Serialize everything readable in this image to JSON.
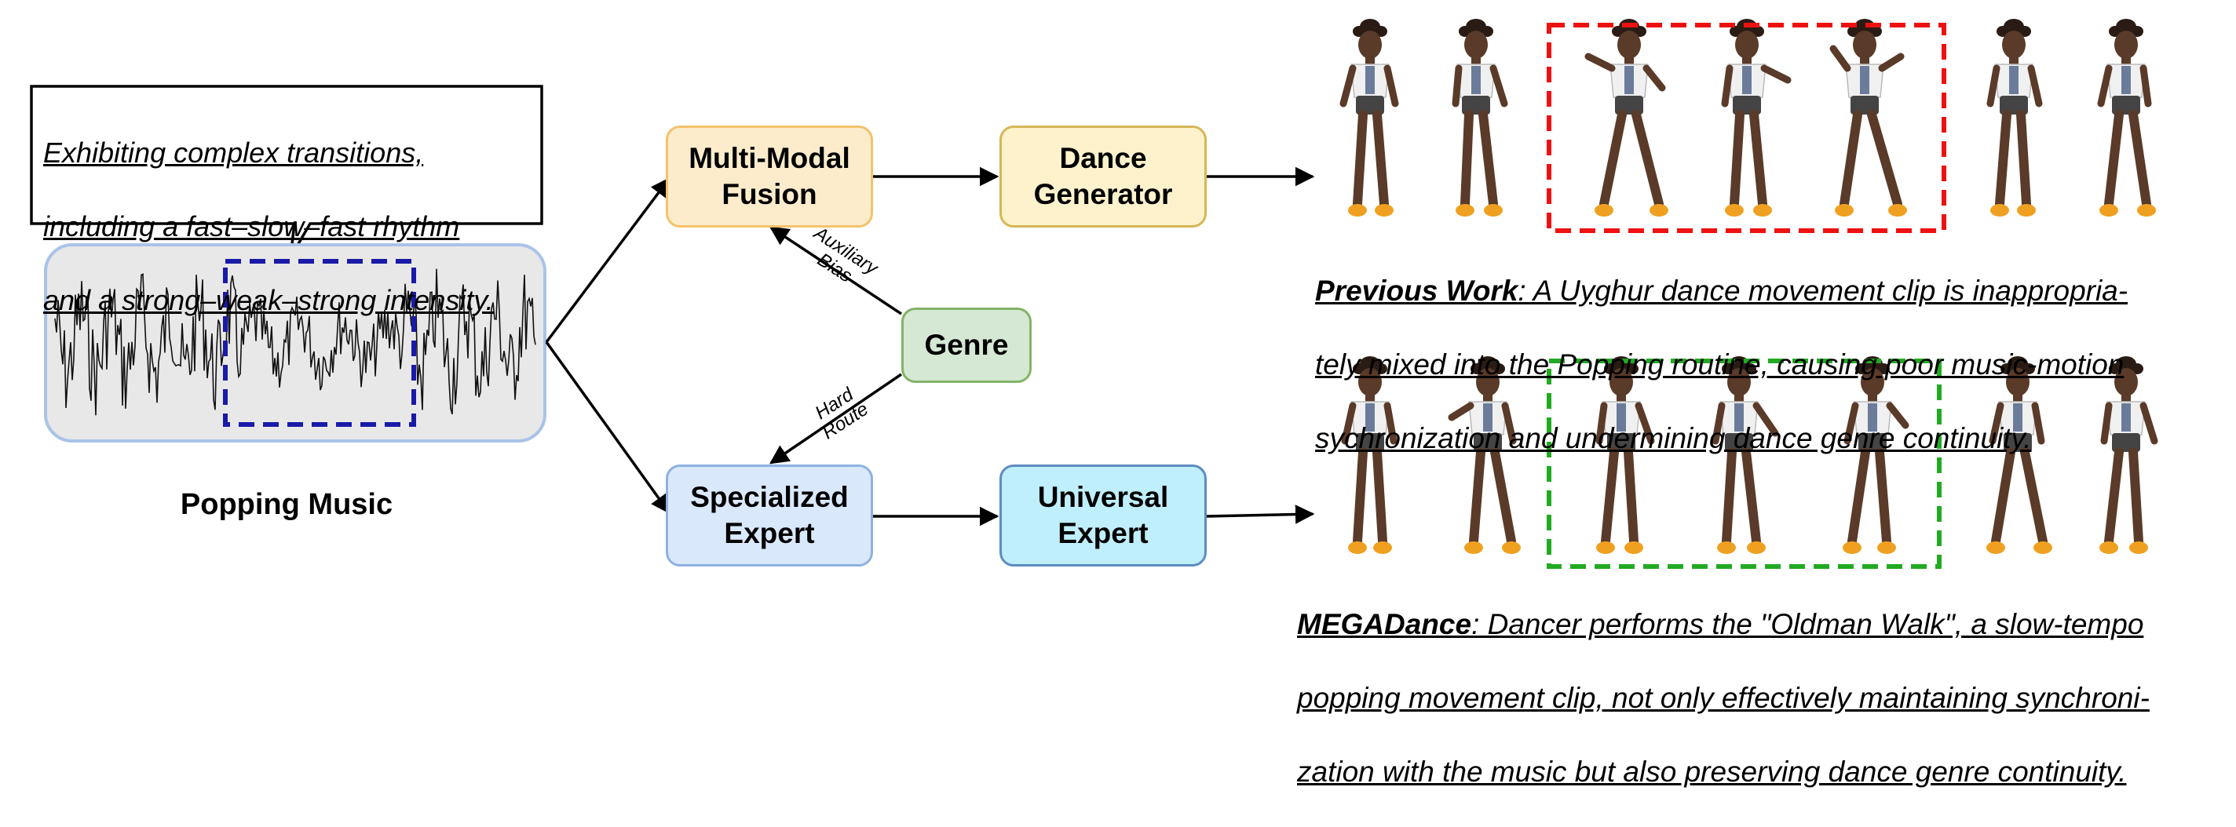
{
  "speech_bubble": {
    "lines": [
      "Exhibiting complex transitions,",
      "including a fast–slow–fast rhythm",
      "and a strong–weak–strong intensity."
    ]
  },
  "music_label": "Popping Music",
  "nodes": {
    "fusion": "Multi-Modal\nFusion",
    "generator": "Dance\nGenerator",
    "genre": "Genre",
    "specialized": "Specialized\nExpert",
    "universal": "Universal\nExpert"
  },
  "edge_labels": {
    "auxiliary_bias": "Auxiliary\nBias",
    "hard_route": "Hard\nRoute"
  },
  "previous_work": {
    "title": "Previous Work",
    "lines": [
      ": A Uyghur dance movement clip is inappropria-",
      "tely mixed into the Popping routine, causing poor music-motion",
      "sychronization and undermining dance genre continuity."
    ]
  },
  "megadance": {
    "title": "MEGADance",
    "lines": [
      ": Dancer performs the \"Oldman Walk\", a slow-tempo",
      "popping movement clip, not only effectively maintaining synchroni-",
      "zation with the music but also preserving dance genre continuity."
    ]
  },
  "colors": {
    "fusion_fill": "#fdeccc",
    "fusion_border": "#f4c26b",
    "generator_fill": "#fef2cc",
    "generator_border": "#d6b656",
    "genre_fill": "#d5e8d4",
    "genre_border": "#82b366",
    "specialized_fill": "#dae8fc",
    "specialized_border": "#8fb1e0",
    "universal_fill": "#bfeefc",
    "universal_border": "#5e8cc0",
    "waveform_box": "#e8e8e8",
    "waveform_border": "#a9c3e8",
    "highlight_blue": "#1a1aa8",
    "highlight_red": "#ee1111",
    "highlight_green": "#22aa22",
    "skin": "#5a3a28",
    "shirt": "#f0f0f0",
    "shorts": "#444444",
    "shoe": "#f0a020"
  }
}
